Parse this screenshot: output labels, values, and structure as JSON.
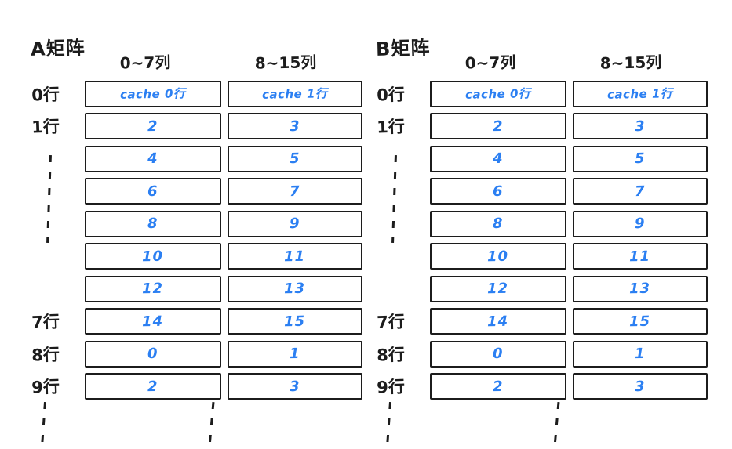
{
  "palette": {
    "ink": "#1c1c1c",
    "blue": "#2b7ff2",
    "background": "#ffffff"
  },
  "matrices": [
    {
      "title": "A矩阵",
      "col_headers": [
        "0~7列",
        "8~15列"
      ],
      "rows": [
        {
          "label": "0行",
          "cells": [
            "cache 0行",
            "cache 1行"
          ]
        },
        {
          "label": "1行",
          "cells": [
            "2",
            "3"
          ]
        },
        {
          "label": "",
          "cells": [
            "4",
            "5"
          ]
        },
        {
          "label": "",
          "cells": [
            "6",
            "7"
          ]
        },
        {
          "label": "",
          "cells": [
            "8",
            "9"
          ]
        },
        {
          "label": "",
          "cells": [
            "10",
            "11"
          ]
        },
        {
          "label": "",
          "cells": [
            "12",
            "13"
          ]
        },
        {
          "label": "7行",
          "cells": [
            "14",
            "15"
          ]
        },
        {
          "label": "8行",
          "cells": [
            "0",
            "1"
          ]
        },
        {
          "label": "9行",
          "cells": [
            "2",
            "3"
          ]
        }
      ]
    },
    {
      "title": "B矩阵",
      "col_headers": [
        "0~7列",
        "8~15列"
      ],
      "rows": [
        {
          "label": "0行",
          "cells": [
            "cache 0行",
            "cache 1行"
          ]
        },
        {
          "label": "1行",
          "cells": [
            "2",
            "3"
          ]
        },
        {
          "label": "",
          "cells": [
            "4",
            "5"
          ]
        },
        {
          "label": "",
          "cells": [
            "6",
            "7"
          ]
        },
        {
          "label": "",
          "cells": [
            "8",
            "9"
          ]
        },
        {
          "label": "",
          "cells": [
            "10",
            "11"
          ]
        },
        {
          "label": "",
          "cells": [
            "12",
            "13"
          ]
        },
        {
          "label": "7行",
          "cells": [
            "14",
            "15"
          ]
        },
        {
          "label": "8行",
          "cells": [
            "0",
            "1"
          ]
        },
        {
          "label": "9行",
          "cells": [
            "2",
            "3"
          ]
        }
      ]
    }
  ]
}
